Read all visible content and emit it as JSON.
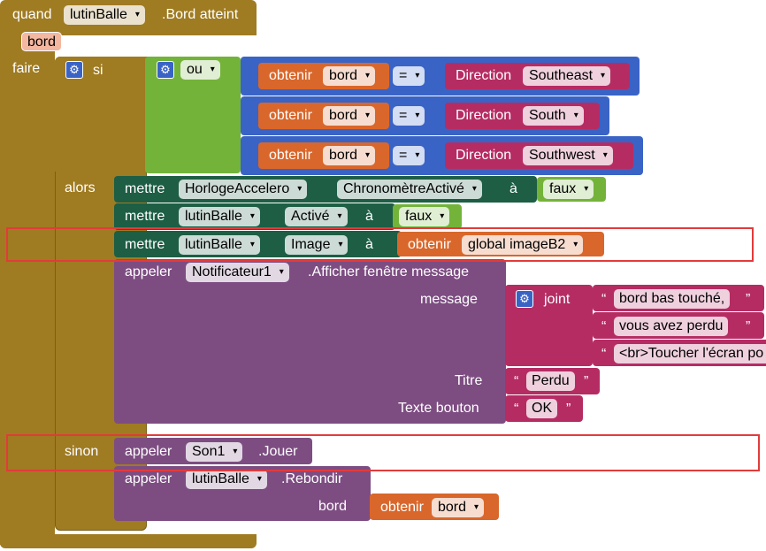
{
  "colors": {
    "event": "#9f7b22",
    "control": "#9f7b22",
    "logic": "#73b33a",
    "compare_logic": "#3a63c6",
    "variable": "#d9672b",
    "sprite": "#1d5e45",
    "notifier": "#7d4d82",
    "text": "#b52c63",
    "direction": "#b52c63",
    "highlight": "#e23b3b"
  },
  "event": {
    "when": "quand",
    "component": "lutinBalle",
    "event_name": ".Bord atteint",
    "param": "bord",
    "do": "faire"
  },
  "if_block": {
    "if": "si",
    "then": "alors",
    "else": "sinon",
    "gear_icon": "gear-icon"
  },
  "condition": {
    "op": "ou",
    "rows": [
      {
        "get": "obtenir",
        "var": "bord",
        "cmp": "=",
        "direction_label": "Direction",
        "direction": "Southeast"
      },
      {
        "get": "obtenir",
        "var": "bord",
        "cmp": "=",
        "direction_label": "Direction",
        "direction": "South"
      },
      {
        "get": "obtenir",
        "var": "bord",
        "cmp": "=",
        "direction_label": "Direction",
        "direction": "Southwest"
      }
    ]
  },
  "then": [
    {
      "set": "mettre",
      "component": "HorlogeAccelero",
      "property": "ChronomètreActivé",
      "to": "à",
      "value": "faux"
    },
    {
      "set": "mettre",
      "component": "lutinBalle",
      "property": "Activé",
      "to": "à",
      "value": "faux"
    },
    {
      "set": "mettre",
      "component": "lutinBalle",
      "property": "Image",
      "to": "à",
      "get": "obtenir",
      "var": "global imageB2"
    }
  ],
  "call_notifier": {
    "call": "appeler",
    "component": "Notificateur1",
    "method": ".Afficher fenêtre message",
    "message_label": "message",
    "join": "joint",
    "texts": [
      "bord bas touché,",
      "vous avez perdu",
      "<br>Toucher l'écran po"
    ],
    "title_label": "Titre",
    "title_value": "Perdu",
    "button_label": "Texte bouton",
    "button_value": "OK"
  },
  "else": {
    "call": "appeler",
    "component": "Son1",
    "method": ".Jouer"
  },
  "bounce": {
    "call": "appeler",
    "component": "lutinBalle",
    "method": ".Rebondir",
    "param": "bord",
    "get": "obtenir",
    "var": "bord"
  },
  "quote": "“",
  "quote_close": "”",
  "dropdown_arrow": "▾"
}
